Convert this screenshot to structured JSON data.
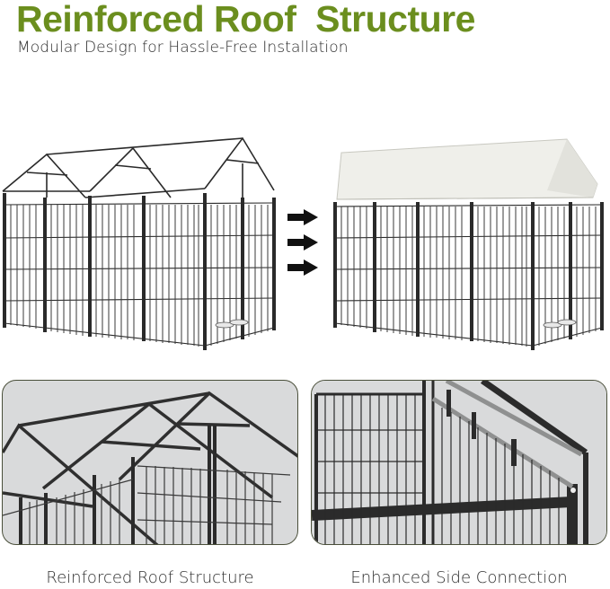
{
  "header": {
    "title": "Reinforced Roof  Structure",
    "subtitle": "Modular Design for Hassle-Free Installation"
  },
  "illustrations": {
    "before": {
      "label": "kennel-frame-without-cover"
    },
    "after": {
      "label": "kennel-with-white-roof-cover"
    },
    "arrows": {
      "count": 3,
      "icon": "arrow-right-icon"
    }
  },
  "detail_panels": [
    {
      "caption": "Reinforced Roof Structure"
    },
    {
      "caption": "Enhanced Side Connection"
    }
  ],
  "colors": {
    "title_green": "#6b8e1e",
    "text_dark": "#2b2b2b",
    "frame_black": "#2a2a2a",
    "panel_bg": "#d9dadb",
    "roof_cover": "#efefea"
  }
}
